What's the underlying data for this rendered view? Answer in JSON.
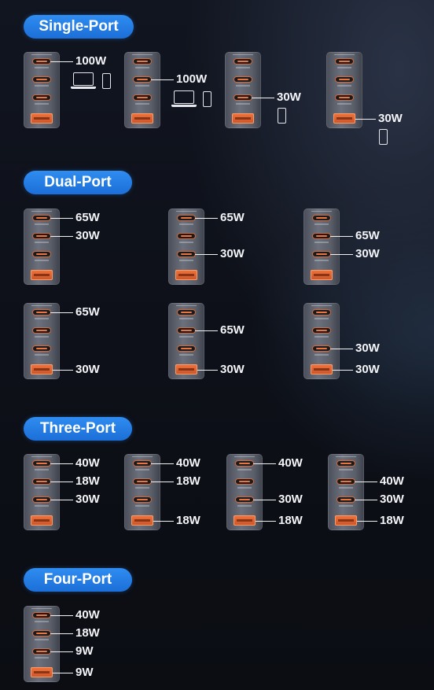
{
  "sections": [
    {
      "title": "Single-Port",
      "configs": [
        {
          "ports": [
            "100W",
            "",
            "",
            ""
          ],
          "devices": [
            "laptop-icon",
            "phone-icon"
          ]
        },
        {
          "ports": [
            "",
            "100W",
            "",
            ""
          ],
          "devices": [
            "laptop-icon",
            "phone-icon"
          ]
        },
        {
          "ports": [
            "",
            "",
            "30W",
            ""
          ],
          "devices": [
            "phone-icon"
          ]
        },
        {
          "ports": [
            "",
            "",
            "",
            "30W"
          ],
          "devices": [
            "phone-icon"
          ]
        }
      ]
    },
    {
      "title": "Dual-Port",
      "configs": [
        {
          "ports": [
            "65W",
            "30W",
            "",
            ""
          ]
        },
        {
          "ports": [
            "65W",
            "",
            "30W",
            ""
          ]
        },
        {
          "ports": [
            "",
            "65W",
            "30W",
            ""
          ]
        },
        {
          "ports": [
            "65W",
            "",
            "",
            "30W"
          ]
        },
        {
          "ports": [
            "",
            "65W",
            "",
            "30W"
          ]
        },
        {
          "ports": [
            "",
            "",
            "30W",
            "30W"
          ]
        }
      ]
    },
    {
      "title": "Three-Port",
      "configs": [
        {
          "ports": [
            "40W",
            "18W",
            "30W",
            ""
          ]
        },
        {
          "ports": [
            "40W",
            "18W",
            "",
            "18W"
          ]
        },
        {
          "ports": [
            "40W",
            "",
            "30W",
            "18W"
          ]
        },
        {
          "ports": [
            "",
            "40W",
            "30W",
            "18W"
          ]
        }
      ]
    },
    {
      "title": "Four-Port",
      "configs": [
        {
          "ports": [
            "40W",
            "18W",
            "9W",
            "9W"
          ]
        }
      ]
    }
  ],
  "colors": {
    "pill": "#1f74dc",
    "port_accent": "#e8763e",
    "text": "#f4f5f8"
  }
}
